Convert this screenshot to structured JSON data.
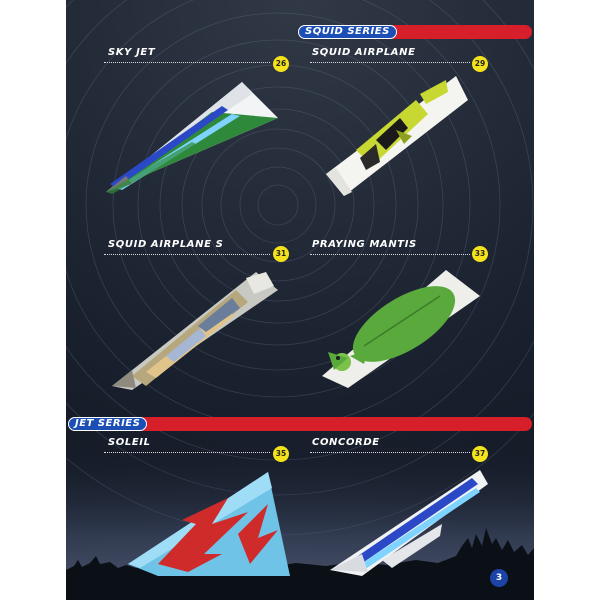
{
  "series": {
    "squid": "SQUID SERIES",
    "jet": "JET SERIES"
  },
  "models": [
    {
      "name": "SKY JET",
      "page": "26"
    },
    {
      "name": "SQUID AIRPLANE",
      "page": "29"
    },
    {
      "name": "SQUID AIRPLANE S",
      "page": "31"
    },
    {
      "name": "PRAYING MANTIS",
      "page": "33"
    },
    {
      "name": "SOLEIL",
      "page": "35"
    },
    {
      "name": "CONCORDE",
      "page": "37"
    }
  ],
  "page_number": "3",
  "colors": {
    "banner_red": "#d61f2a",
    "label_blue": "#1b4fb5",
    "page_dot_yellow": "#f4e21c",
    "page_number_blue": "#1c44a6",
    "sky": "#1b2230"
  }
}
